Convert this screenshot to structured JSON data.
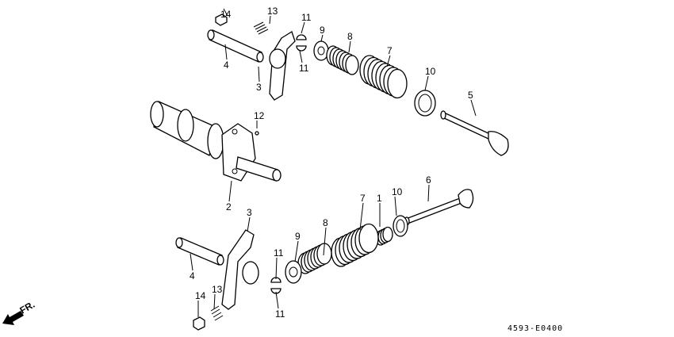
{
  "diagram": {
    "diagram_code": "4593-E0400",
    "front_arrow_label": "FR.",
    "callouts": [
      "14",
      "13",
      "11",
      "9",
      "8",
      "7",
      "11",
      "4",
      "3",
      "10",
      "5",
      "12",
      "2",
      "6",
      "3",
      "7",
      "1",
      "10",
      "8",
      "9",
      "11",
      "4",
      "13",
      "14",
      "11"
    ]
  }
}
